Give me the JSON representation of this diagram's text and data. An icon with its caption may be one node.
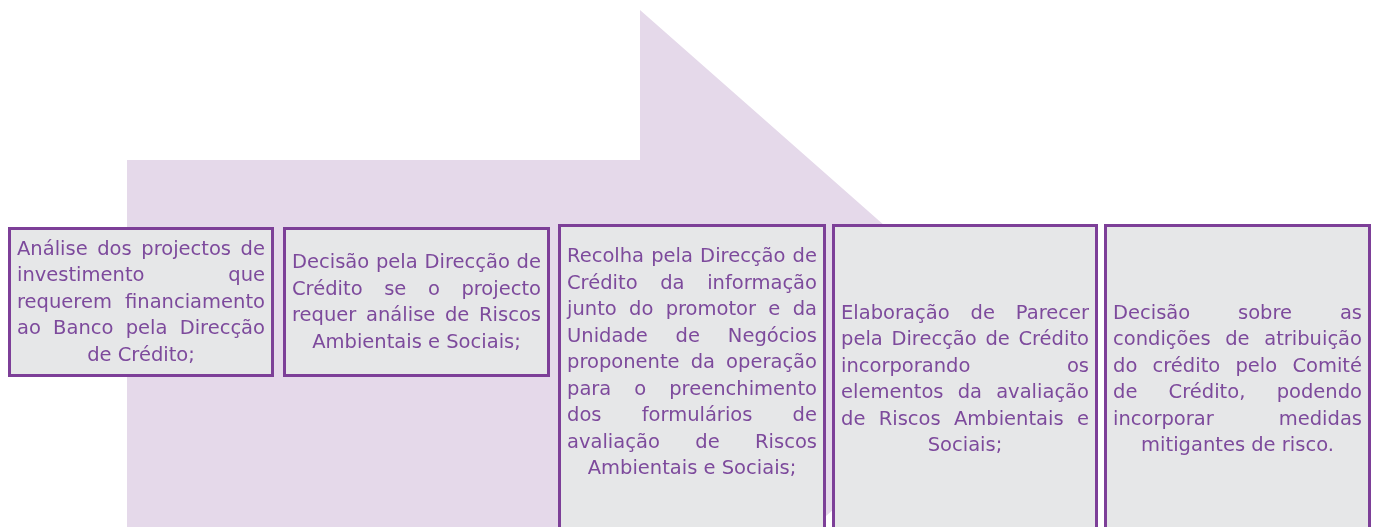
{
  "diagram": {
    "nodes": [
      {
        "text": [
          "Análise dos projectos de investimento que requerem financiamento ao Banco pela Direcção de Crédito;"
        ]
      },
      {
        "text": [
          "Decisão pela Direcção de Crédito se o projecto requer análise de Riscos Ambientais e Sociais;"
        ]
      },
      {
        "text": [
          "Recolha pela Direcção de Crédito da informação junto do promotor e da Unidade de Negócios proponente da operação para o preenchimento dos formulários de avaliação de Riscos Ambientais e Sociais;"
        ]
      },
      {
        "text": [
          "Elaboração de Parecer pela Direcção de Crédito incorporando os elementos da avaliação de Riscos Ambientais e Sociais;"
        ]
      },
      {
        "text": [
          "Decisão sobre as condições de atribuição do crédito pelo Comité de Crédito, podendo incorporar medidas mitigantes de risco."
        ]
      }
    ],
    "edges": [
      {
        "from": 0,
        "to": 3,
        "arrow": "to",
        "style": "thick"
      }
    ]
  }
}
